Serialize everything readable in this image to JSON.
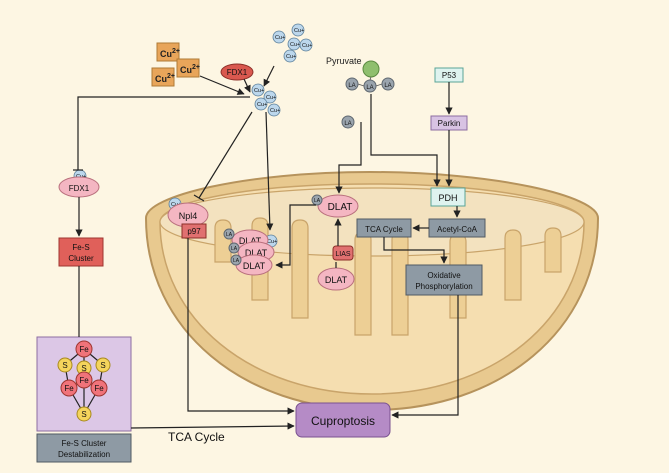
{
  "copper": {
    "cu2_label": "Cu",
    "cu2_charge": "2+",
    "cu1_label": "Cu",
    "cu1_charge": "+"
  },
  "nodes": {
    "fdx1_top": "FDX1",
    "fdx1_left": "FDX1",
    "pyruvate": "Pyruvate",
    "la": "LA",
    "p53": "P53",
    "parkin": "Parkin",
    "pdh": "PDH",
    "acetyl_coa": "Acetyl-CoA",
    "tca_cycle_box": "TCA Cycle",
    "oxphos_line1": "Oxidative",
    "oxphos_line2": "Phosphorylation",
    "dlat": "DLAT",
    "lias": "LIAS",
    "npl4": "Npl4",
    "p97": "p97",
    "fes_cluster_line1": "Fe-S",
    "fes_cluster_line2": "Cluster",
    "fe": "Fe",
    "s": "S",
    "destab_line1": "Fe-S Cluster",
    "destab_line2": "Destabilization",
    "cuproptosis": "Cuproptosis",
    "tca_cycle_bottom": "TCA Cycle"
  },
  "colors": {
    "background": "#fdf6e3",
    "mito_outer": "#e8c98f",
    "mito_inner": "#f5deb0",
    "cu_ion": "#bcd7ec",
    "cu2_box": "#e8a55a",
    "fdx1": "#d9584f",
    "dlat": "#f4b6c2",
    "lias": "#e07070",
    "pyruvate": "#8fbf6e",
    "la": "#9aa4ad",
    "grey_box": "#8e9aa4",
    "p53": "#dff3ef",
    "parkin": "#d8c3e3",
    "pdh": "#dff3ef",
    "fes_cluster": "#e0605a",
    "destab_panel": "#dcc7e6",
    "fe_atom": "#f0737a",
    "s_atom": "#f4d45c",
    "cuproptosis": "#b58bc6"
  }
}
